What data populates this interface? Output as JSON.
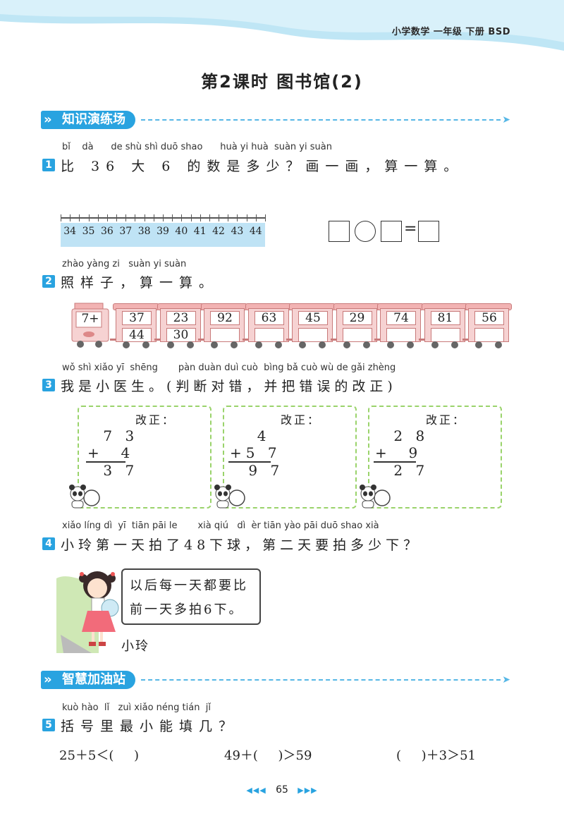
{
  "header": {
    "info": "小学数学  一年级  下册  BSD"
  },
  "lesson_title": "第2课时  图书馆(2)",
  "sections": [
    {
      "label": "知识演练场"
    },
    {
      "label": "智慧加油站"
    }
  ],
  "q1": {
    "num": "1",
    "pinyin": "bǐ    dà      de shù shì duō shao      huà yi huà  suàn yi suàn",
    "text": "比 36 大 6 的数是多少？画一画，算一算。",
    "numline": [
      "34",
      "35",
      "36",
      "37",
      "38",
      "39",
      "40",
      "41",
      "42",
      "43",
      "44"
    ],
    "equals": "="
  },
  "q2": {
    "num": "2",
    "pinyin": "zhào yàng zi   suàn yi suàn",
    "text": "照样子，算一算。",
    "engine": "7+",
    "cars": [
      {
        "top": "37",
        "bottom": "44"
      },
      {
        "top": "23",
        "bottom": "30"
      },
      {
        "top": "92",
        "bottom": ""
      },
      {
        "top": "63",
        "bottom": ""
      },
      {
        "top": "45",
        "bottom": ""
      },
      {
        "top": "29",
        "bottom": ""
      },
      {
        "top": "74",
        "bottom": ""
      },
      {
        "top": "81",
        "bottom": ""
      },
      {
        "top": "56",
        "bottom": ""
      }
    ]
  },
  "q3": {
    "num": "3",
    "pinyin": "wǒ shì xiǎo yī  shēng       pàn duàn duì cuò  bìng bǎ cuò wù de gǎi zhèng",
    "text": "我是小医生。(判断对错，并把错误的改正)",
    "boxes": [
      {
        "label": "改正：",
        "line1": " 7 3",
        "line2": "+  4",
        "line3": " 3 7"
      },
      {
        "label": "改正：",
        "line1": "  4",
        "line2": "+5 7",
        "line3": " 9 7"
      },
      {
        "label": "改正：",
        "line1": " 2 8",
        "line2": "+  9",
        "line3": " 2 7"
      }
    ]
  },
  "q4": {
    "num": "4",
    "pinyin": "xiǎo líng dì  yī  tiān pāi le       xià qiú   dì  èr tiān yào pāi duō shao xià",
    "text": "小玲第一天拍了48下球，第二天要拍多少下？",
    "bubble_line1": "以后每一天都要比",
    "bubble_line2": "前一天多拍6下。",
    "name": "小玲"
  },
  "q5": {
    "num": "5",
    "pinyin": "kuò hào  lǐ   zuì xiǎo néng tián  jǐ",
    "text": "括号里最小能填几？",
    "items": [
      "25＋5＜(     )",
      "49＋(     )＞59",
      "(     )＋3＞51"
    ]
  },
  "footer": {
    "left_arrows": "◀◀◀",
    "page": "65",
    "right_arrows": "▶▶▶"
  },
  "colors": {
    "accent": "#29a3e0",
    "train": "#f6d2d2",
    "box_border": "#9ad36b"
  }
}
